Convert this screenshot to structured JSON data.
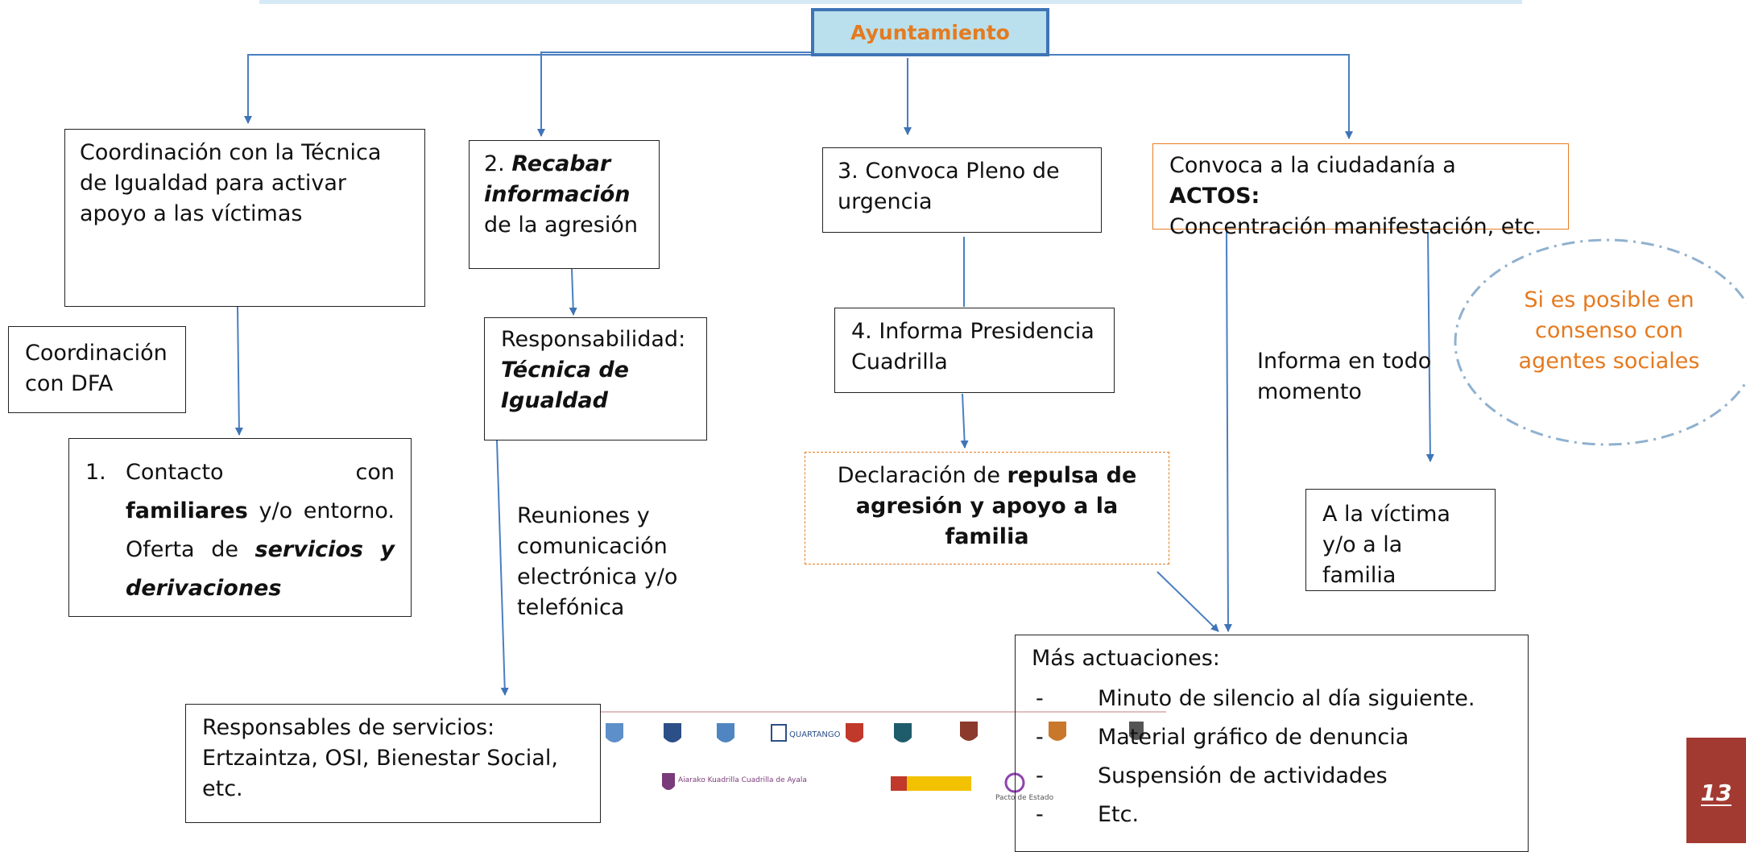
{
  "colors": {
    "accent": "#e57a1f",
    "arrow": "#3f74b6",
    "header_fill": "#b9e0ec",
    "page_tab": "#a33a32"
  },
  "header": {
    "ayuntamiento": "Ayuntamiento"
  },
  "boxes": {
    "coord_tecnica": "Coordinación con la Técnica de Igualdad para activar apoyo a las víctimas",
    "recabar": {
      "num": "2. ",
      "bold": "Recabar información",
      "rest": "de la agresión"
    },
    "pleno": "3. Convoca Pleno de urgencia",
    "actos": {
      "prefix": "Convoca a la ciudadanía a ",
      "bold": "ACTOS:",
      "rest": "Concentración manifestación, etc."
    },
    "dfa": "Coordinación con DFA",
    "responsabilidad": {
      "label": "Responsabilidad:",
      "bold": "Técnica de Igualdad"
    },
    "presidencia": "4. Informa Presidencia Cuadrilla",
    "declaracion": {
      "prefix": "Declaración de ",
      "bold": "repulsa de agresión y apoyo a la familia"
    },
    "familiares": {
      "num": "1.",
      "prefix": "Contacto con ",
      "bold": "familiares",
      "middle": "y/o entorno. Oferta de",
      "bold2": "servicios y derivaciones"
    },
    "victima": "A la víctima y/o a la familia",
    "servicios": {
      "label": "Responsables de servicios:",
      "list": "Ertzaintza, OSI, Bienestar Social, etc."
    },
    "mas": {
      "title": "Más actuaciones:",
      "bullet": "-",
      "items": [
        "Minuto de silencio al día siguiente.",
        "Material gráfico de denuncia",
        "Suspensión de actividades",
        "Etc."
      ]
    }
  },
  "labels": {
    "reuniones": "Reuniones y comunicación electrónica y/o telefónica",
    "informa": "Informa en todo momento",
    "consenso": "Si es posible en consenso con agentes sociales"
  },
  "footer_logos": {
    "quartango": "QUARTANGO",
    "aiara": "Aiarako Kuadrilla Cuadrilla de Ayala",
    "pacto": "Pacto de Estado"
  },
  "page_number": "13"
}
